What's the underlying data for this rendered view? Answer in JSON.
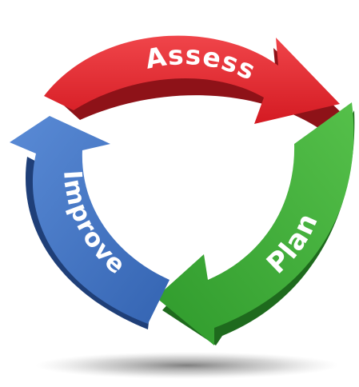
{
  "diagram": {
    "type": "cycle",
    "stages": [
      {
        "label": "Assess",
        "color": "#e0202a",
        "shade": "#8e1218"
      },
      {
        "label": "Plan",
        "color": "#3aaa35",
        "shade": "#1e6a1d"
      },
      {
        "label": "Improve",
        "color": "#3f73c0",
        "shade": "#1f3f78"
      }
    ]
  }
}
